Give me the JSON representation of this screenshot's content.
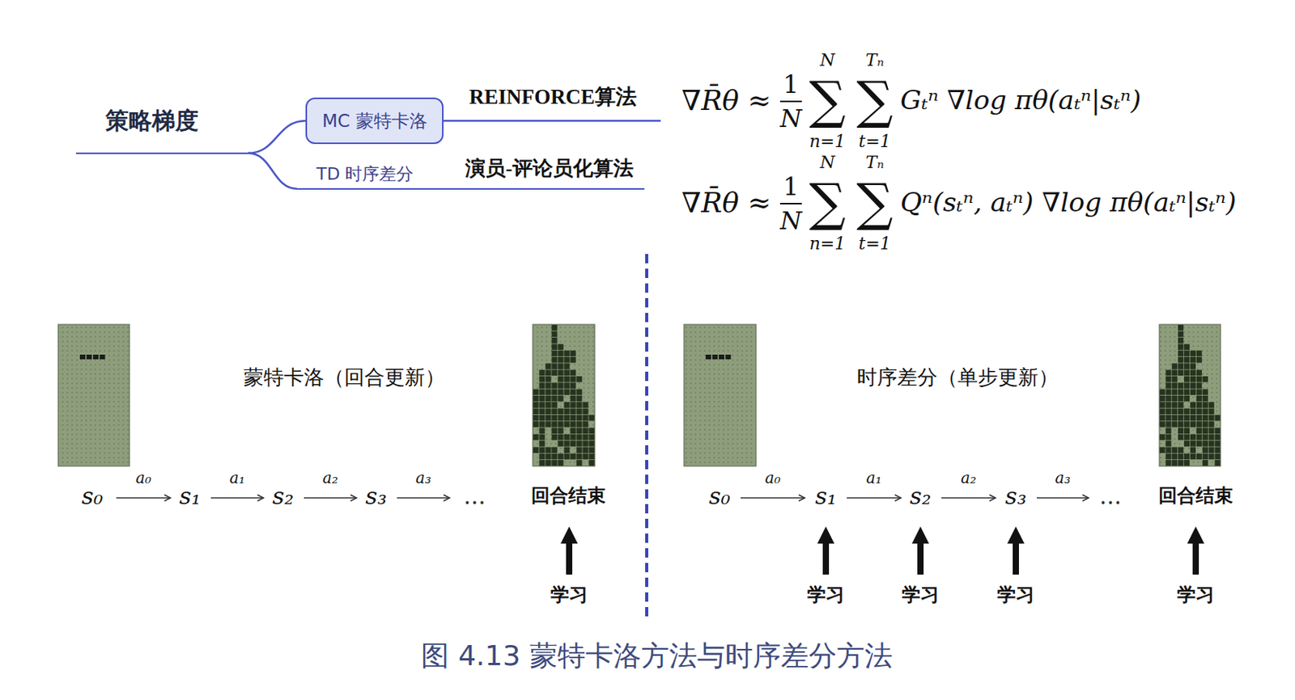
{
  "diagram": {
    "caption": "图 4.13 蒙特卡洛方法与时序差分方法",
    "nodes": [
      {
        "text": [
          "策略梯度"
        ]
      },
      {
        "text": [
          "MC 蒙特卡洛"
        ]
      },
      {
        "text": [
          "TD 时序差分"
        ]
      }
    ],
    "edges": [
      {
        "from": 0,
        "to": 1,
        "arrow": "none"
      },
      {
        "from": 0,
        "to": 2,
        "arrow": "none"
      }
    ],
    "labels": [
      "REINFORCE算法",
      "演员-评论员化算法",
      "∇R̄θ ≈",
      "1",
      "N",
      "N",
      "∑",
      "n=1",
      "Tₙ",
      "∑",
      "t=1",
      "Gₜⁿ ∇log πθ(aₜⁿ|sₜⁿ)",
      "∇R̄θ ≈",
      "1",
      "N",
      "N",
      "∑",
      "n=1",
      "Tₙ",
      "∑",
      "t=1",
      "Qⁿ(sₜⁿ, aₜⁿ) ∇log πθ(aₜⁿ|sₜⁿ)",
      "蒙特卡洛（回合更新）",
      "s₀",
      "a₀",
      "s₁",
      "a₁",
      "s₂",
      "a₂",
      "s₃",
      "a₃",
      "...",
      "回合结束",
      "学习",
      "时序差分（单步更新）",
      "s₀",
      "a₀",
      "s₁",
      "a₁",
      "s₂",
      "a₂",
      "s₃",
      "a₃",
      "...",
      "回合结束",
      "学习",
      "学习",
      "学习",
      "学习"
    ]
  }
}
